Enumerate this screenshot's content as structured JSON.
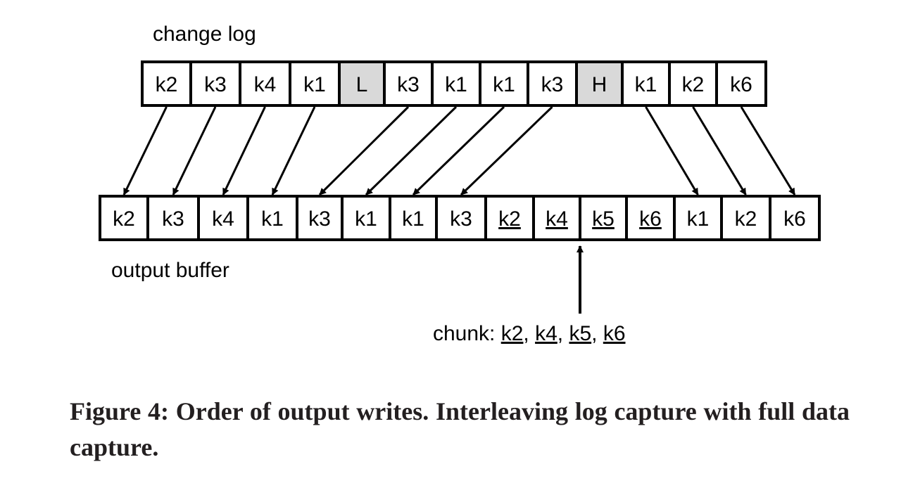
{
  "change_log": {
    "label": "change log",
    "cells": [
      {
        "text": "k2",
        "shaded": false
      },
      {
        "text": "k3",
        "shaded": false
      },
      {
        "text": "k4",
        "shaded": false
      },
      {
        "text": "k1",
        "shaded": false
      },
      {
        "text": "L",
        "shaded": true
      },
      {
        "text": "k3",
        "shaded": false
      },
      {
        "text": "k1",
        "shaded": false
      },
      {
        "text": "k1",
        "shaded": false
      },
      {
        "text": "k3",
        "shaded": false
      },
      {
        "text": "H",
        "shaded": true
      },
      {
        "text": "k1",
        "shaded": false
      },
      {
        "text": "k2",
        "shaded": false
      },
      {
        "text": "k6",
        "shaded": false
      }
    ]
  },
  "output_buffer": {
    "label": "output buffer",
    "cells": [
      {
        "text": "k2",
        "underlined": false
      },
      {
        "text": "k3",
        "underlined": false
      },
      {
        "text": "k4",
        "underlined": false
      },
      {
        "text": "k1",
        "underlined": false
      },
      {
        "text": "k3",
        "underlined": false
      },
      {
        "text": "k1",
        "underlined": false
      },
      {
        "text": "k1",
        "underlined": false
      },
      {
        "text": "k3",
        "underlined": false
      },
      {
        "text": "k2",
        "underlined": true
      },
      {
        "text": "k4",
        "underlined": true
      },
      {
        "text": "k5",
        "underlined": true
      },
      {
        "text": "k6",
        "underlined": true
      },
      {
        "text": "k1",
        "underlined": false
      },
      {
        "text": "k2",
        "underlined": false
      },
      {
        "text": "k6",
        "underlined": false
      }
    ]
  },
  "mappings": [
    {
      "from": 0,
      "to": 0
    },
    {
      "from": 1,
      "to": 1
    },
    {
      "from": 2,
      "to": 2
    },
    {
      "from": 3,
      "to": 3
    },
    {
      "from": 5,
      "to": 4
    },
    {
      "from": 6,
      "to": 5
    },
    {
      "from": 7,
      "to": 6
    },
    {
      "from": 8,
      "to": 7
    },
    {
      "from": 10,
      "to": 12
    },
    {
      "from": 11,
      "to": 13
    },
    {
      "from": 12,
      "to": 14
    }
  ],
  "chunk": {
    "prefix": "chunk: ",
    "keys": [
      "k2",
      "k4",
      "k5",
      "k6"
    ],
    "separator": ", "
  },
  "caption": "Figure 4: Order of output writes. Interleaving log capture with full data capture.",
  "colors": {
    "stroke": "#000000",
    "shaded_fill": "#d9d9d9",
    "caption_text": "#231f20"
  }
}
